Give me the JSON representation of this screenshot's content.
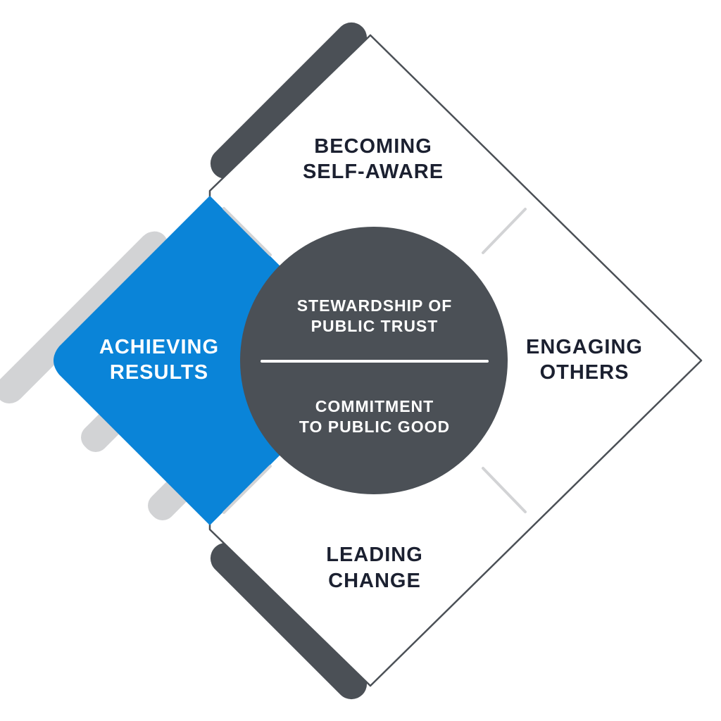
{
  "colors": {
    "background": "#ffffff",
    "blue": "#0a84d8",
    "dark_gray": "#4b5056",
    "light_gray": "#d2d3d5",
    "outline": "#4b5056",
    "label_dark": "#1b2030",
    "label_light": "#ffffff"
  },
  "quadrants": {
    "top": {
      "line1": "BECOMING",
      "line2": "SELF-AWARE"
    },
    "right": {
      "line1": "ENGAGING",
      "line2": "OTHERS"
    },
    "bottom": {
      "line1": "LEADING",
      "line2": "CHANGE"
    },
    "left": {
      "line1": "ACHIEVING",
      "line2": "RESULTS"
    }
  },
  "center": {
    "upper_line1": "STEWARDSHIP OF",
    "upper_line2": "PUBLIC TRUST",
    "lower_line1": "COMMITMENT",
    "lower_line2": "TO PUBLIC GOOD"
  }
}
